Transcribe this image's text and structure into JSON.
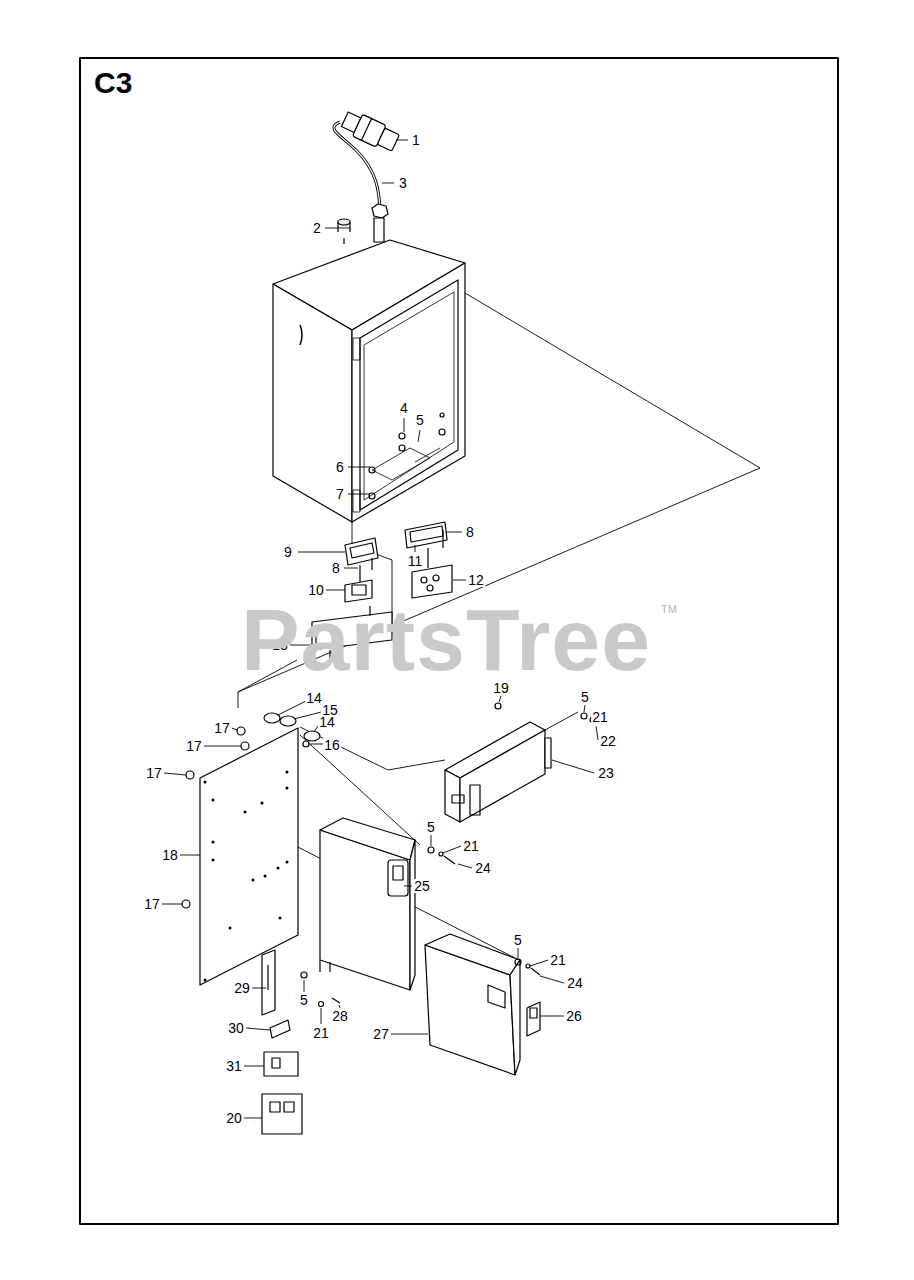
{
  "diagram": {
    "title": "C3",
    "labels": [
      "1",
      "3",
      "2",
      "4",
      "5",
      "6",
      "7",
      "8",
      "9",
      "11",
      "8",
      "10",
      "12",
      "13",
      "TM",
      "PartsTree",
      "19",
      "5",
      "14",
      "15",
      "21",
      "17",
      "14",
      "22",
      "17",
      "16",
      "17",
      "23",
      "5",
      "21",
      "18",
      "24",
      "25",
      "17",
      "5",
      "21",
      "24",
      "29",
      "5",
      "28",
      "26",
      "30",
      "21",
      "27",
      "31",
      "20"
    ]
  }
}
